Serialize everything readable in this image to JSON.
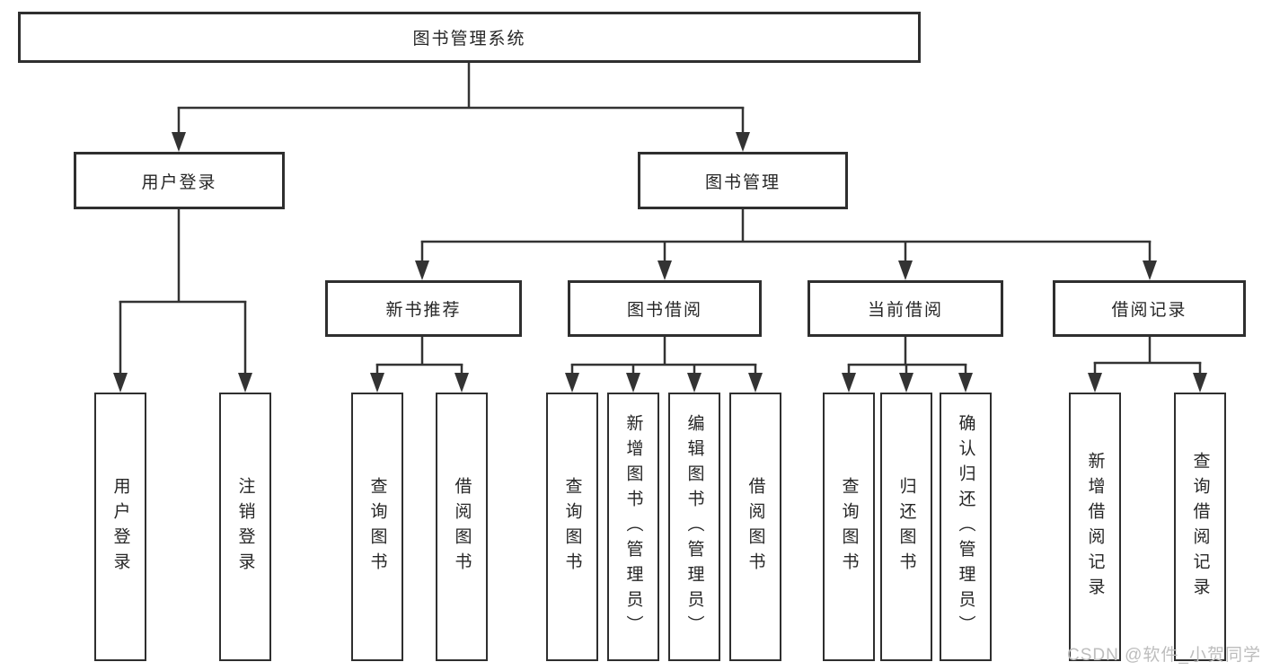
{
  "watermark": {
    "text": "CSDN @软件_小贺同学"
  },
  "colors": {
    "line": "#333333",
    "border": "#2f2f2f",
    "box_bg": "#ffffff",
    "text": "#262626",
    "watermark": "#bdbdbd"
  },
  "diagram": {
    "type": "tree",
    "root": {
      "label": "图书管理系统",
      "children": [
        {
          "label": "用户登录",
          "children": [
            {
              "label": "用户登录"
            },
            {
              "label": "注销登录"
            }
          ]
        },
        {
          "label": "图书管理",
          "children": [
            {
              "label": "新书推荐",
              "children": [
                {
                  "label": "查询图书"
                },
                {
                  "label": "借阅图书"
                }
              ]
            },
            {
              "label": "图书借阅",
              "children": [
                {
                  "label": "查询图书"
                },
                {
                  "label": "新增图书（管理员）"
                },
                {
                  "label": "编辑图书（管理员）"
                },
                {
                  "label": "借阅图书"
                }
              ]
            },
            {
              "label": "当前借阅",
              "children": [
                {
                  "label": "查询图书"
                },
                {
                  "label": "归还图书"
                },
                {
                  "label": "确认归还（管理员）"
                }
              ]
            },
            {
              "label": "借阅记录",
              "children": [
                {
                  "label": "新增借阅记录"
                },
                {
                  "label": "查询借阅记录"
                }
              ]
            }
          ]
        }
      ]
    }
  }
}
